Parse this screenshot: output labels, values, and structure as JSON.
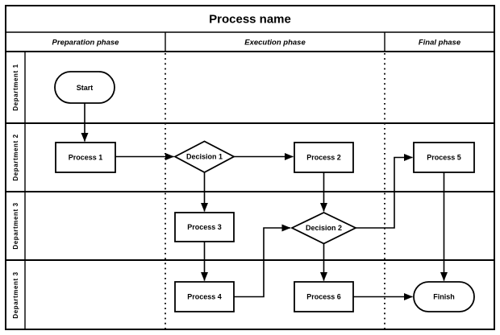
{
  "title": "Process name",
  "phases": [
    {
      "label": "Preparation phase"
    },
    {
      "label": "Execution phase"
    },
    {
      "label": "Final phase"
    }
  ],
  "lanes": [
    {
      "label": "Department 1"
    },
    {
      "label": "Department 2"
    },
    {
      "label": "Department 3"
    },
    {
      "label": "Department 3"
    }
  ],
  "nodes": {
    "start": {
      "type": "terminator",
      "label": "Start"
    },
    "process1": {
      "type": "process",
      "label": "Process 1"
    },
    "decision1": {
      "type": "decision",
      "label": "Decision 1"
    },
    "process2": {
      "type": "process",
      "label": "Process 2"
    },
    "process3": {
      "type": "process",
      "label": "Process 3"
    },
    "process4": {
      "type": "process",
      "label": "Process 4"
    },
    "decision2": {
      "type": "decision",
      "label": "Decision 2"
    },
    "process5": {
      "type": "process",
      "label": "Process 5"
    },
    "process6": {
      "type": "process",
      "label": "Process 6"
    },
    "finish": {
      "type": "terminator",
      "label": "Finish"
    }
  },
  "edges": [
    {
      "from": "Start",
      "to": "Process 1"
    },
    {
      "from": "Process 1",
      "to": "Decision 1"
    },
    {
      "from": "Decision 1",
      "to": "Process 2"
    },
    {
      "from": "Decision 1",
      "to": "Process 3"
    },
    {
      "from": "Process 2",
      "to": "Decision 2"
    },
    {
      "from": "Process 3",
      "to": "Process 4"
    },
    {
      "from": "Process 4",
      "to": "Decision 2"
    },
    {
      "from": "Decision 2",
      "to": "Process 5"
    },
    {
      "from": "Decision 2",
      "to": "Process 6"
    },
    {
      "from": "Process 6",
      "to": "Finish"
    },
    {
      "from": "Process 5",
      "to": "Finish"
    }
  ],
  "colors": {
    "line": "#000000",
    "shape_fill": "#ffffff",
    "background": "#ffffff",
    "text": "#000000"
  }
}
